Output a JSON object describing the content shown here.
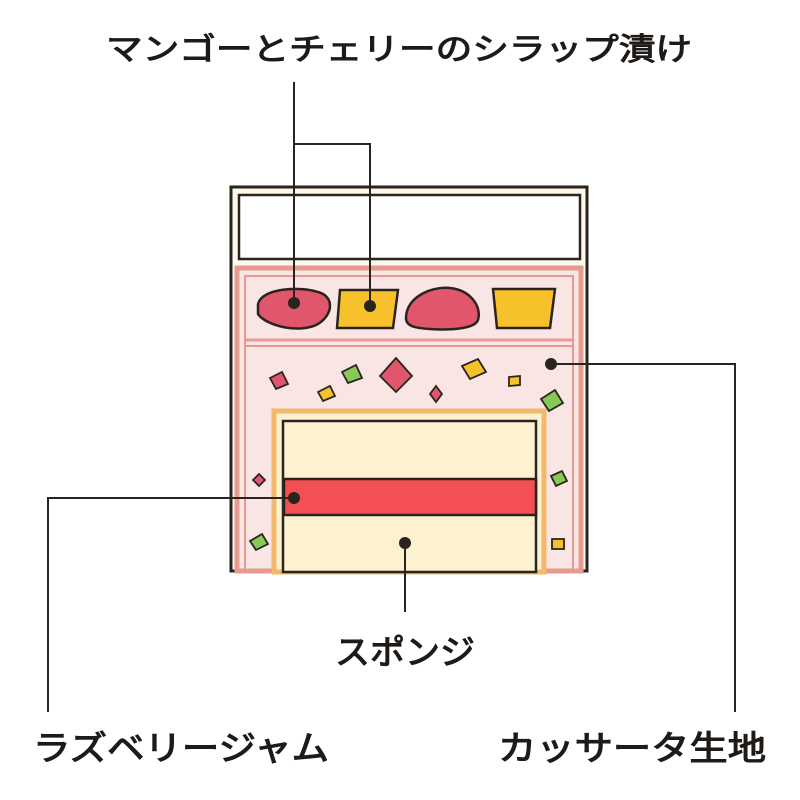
{
  "labels": {
    "fruit_syrup": "マンゴーとチェリーのシラップ漬け",
    "sponge": "スポンジ",
    "raspberry_jam": "ラズベリージャム",
    "cassata": "カッサータ生地"
  },
  "colors": {
    "outline": "#2a2420",
    "container_fill": "#fdf8e8",
    "cassata_layer": "#f9e6e4",
    "cassata_border": "#e79a92",
    "sponge": "#fdf1d0",
    "sponge_border": "#f2b86b",
    "jam": "#f44f53",
    "cherry": "#e0566d",
    "mango": "#f7c12b",
    "pistachio": "#88c955"
  }
}
